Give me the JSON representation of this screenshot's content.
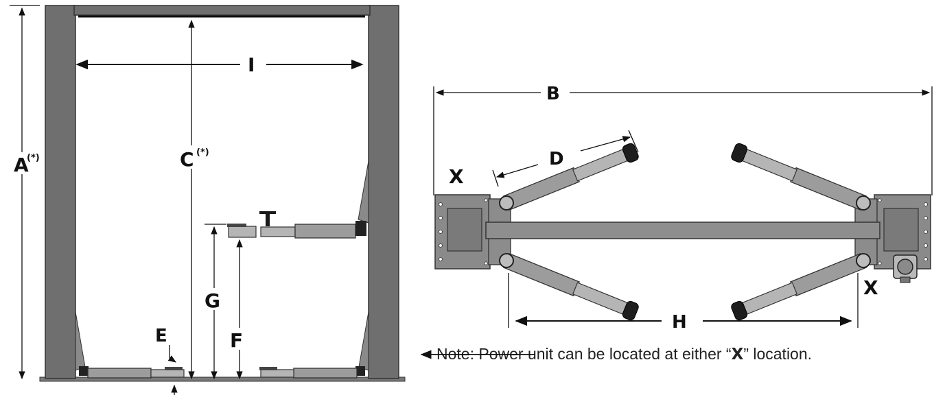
{
  "labels": {
    "A": "A",
    "A_sup": "(*)",
    "B": "B",
    "C": "C",
    "C_sup": "(*)",
    "D": "D",
    "E": "E",
    "F": "F",
    "G": "G",
    "H": "H",
    "I": "I",
    "X_left": "X",
    "X_right": "X"
  },
  "note": {
    "before": "Note: Power unit can be located at either “",
    "emph": "X",
    "after": "” location."
  },
  "colors": {
    "post": "#6f6f6f",
    "arm": "#9c9c9c",
    "pad": "#1e1e1e",
    "line": "#111111"
  }
}
